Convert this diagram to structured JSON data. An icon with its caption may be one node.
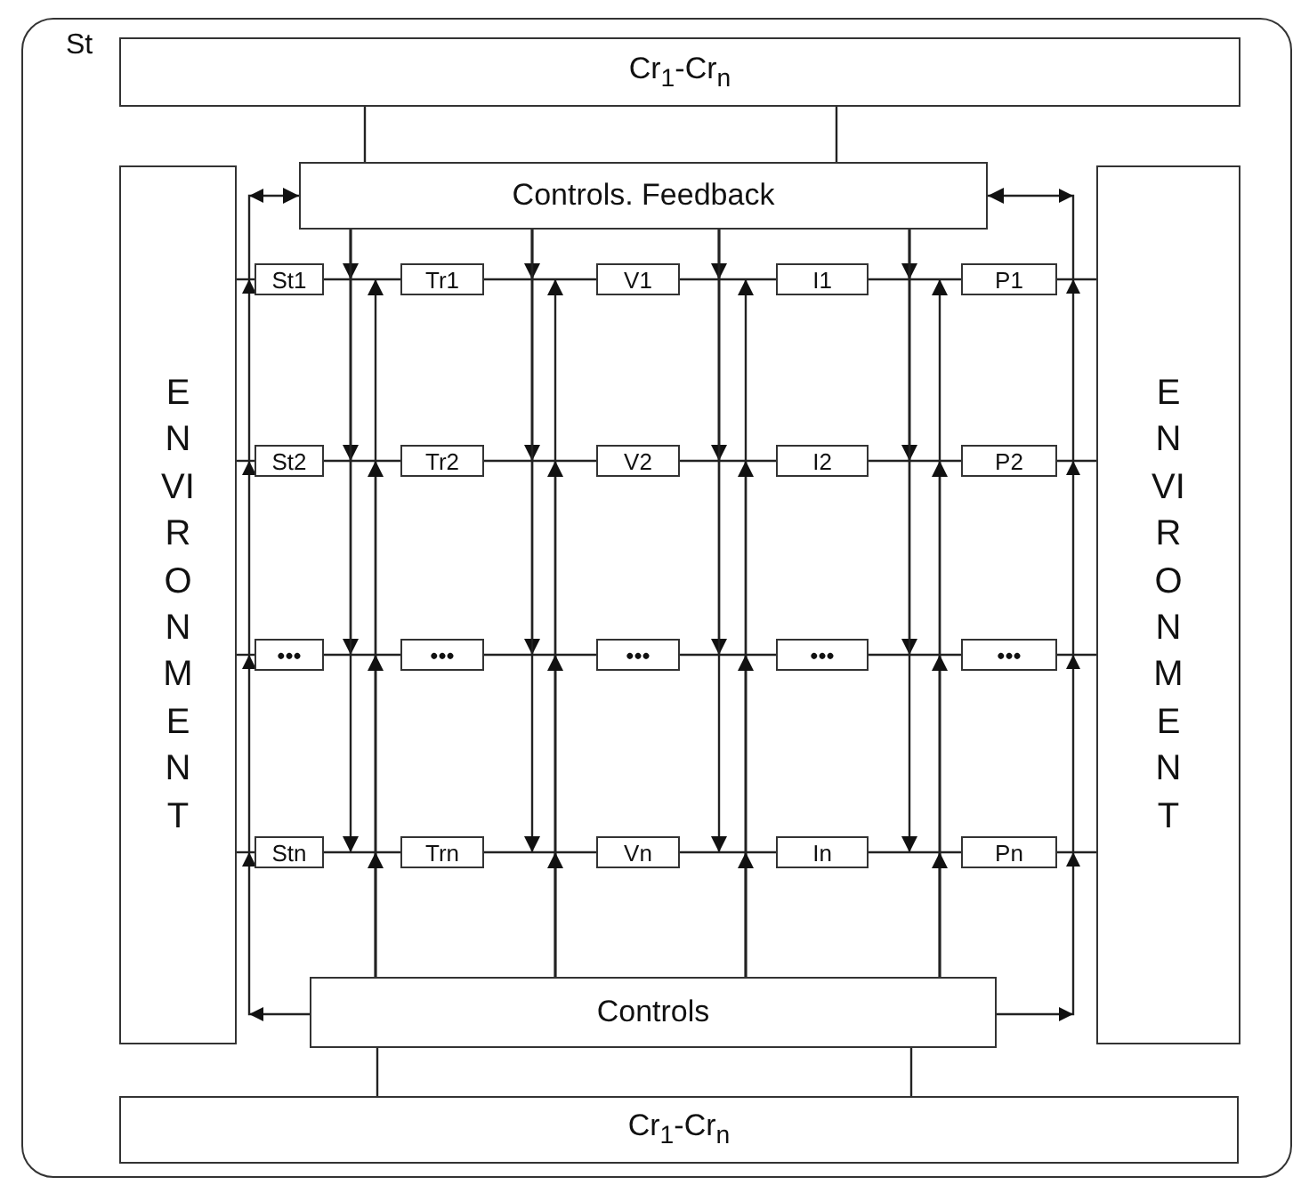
{
  "diagram": {
    "nodes": [
      {
        "text": [
          "St"
        ]
      },
      {
        "text": [
          "Cr$_{1}$-Cr$_{n}$"
        ],
        "in": 0
      },
      {
        "text": [
          "Controls. Feedback"
        ],
        "in": 0
      },
      {
        "text": [
          "ENVIRONMENT"
        ],
        "in": 0
      },
      {
        "text": [
          "ENVIRONMENT"
        ],
        "in": 0
      },
      {
        "text": [
          "St1"
        ],
        "in": 0
      },
      {
        "text": [
          "Tr1"
        ],
        "in": 0
      },
      {
        "text": [
          "V1"
        ],
        "in": 0
      },
      {
        "text": [
          "I1"
        ],
        "in": 0
      },
      {
        "text": [
          "P1"
        ],
        "in": 0
      },
      {
        "text": [
          "St2"
        ],
        "in": 0
      },
      {
        "text": [
          "Tr2"
        ],
        "in": 0
      },
      {
        "text": [
          "V2"
        ],
        "in": 0
      },
      {
        "text": [
          "I2"
        ],
        "in": 0
      },
      {
        "text": [
          "P2"
        ],
        "in": 0
      },
      {
        "text": [
          "•••"
        ],
        "in": 0
      },
      {
        "text": [
          "•••"
        ],
        "in": 0
      },
      {
        "text": [
          "•••"
        ],
        "in": 0
      },
      {
        "text": [
          "•••"
        ],
        "in": 0
      },
      {
        "text": [
          "•••"
        ],
        "in": 0
      },
      {
        "text": [
          "Stn"
        ],
        "in": 0
      },
      {
        "text": [
          "Trn"
        ],
        "in": 0
      },
      {
        "text": [
          "Vn"
        ],
        "in": 0
      },
      {
        "text": [
          "In"
        ],
        "in": 0
      },
      {
        "text": [
          "Pn"
        ],
        "in": 0
      },
      {
        "text": [
          "Controls"
        ],
        "in": 0
      },
      {
        "text": [
          "Cr$_{1}$-Cr$_{n}$"
        ],
        "in": 0
      }
    ],
    "edges": [
      {
        "from": 1,
        "to": 2,
        "arrow": "none"
      },
      {
        "from": 1,
        "to": 2,
        "arrow": "none"
      },
      {
        "from": 25,
        "to": 26,
        "arrow": "none"
      },
      {
        "from": 25,
        "to": 26,
        "arrow": "none"
      },
      {
        "from": 25,
        "to": 2,
        "arrow": "to"
      },
      {
        "from": 25,
        "to": 2,
        "arrow": "to"
      },
      {
        "from": 2,
        "to": 5,
        "arrow": "to"
      },
      {
        "from": 2,
        "to": 10,
        "arrow": "to"
      },
      {
        "from": 2,
        "to": 15,
        "arrow": "to"
      },
      {
        "from": 2,
        "to": 20,
        "arrow": "to"
      },
      {
        "from": 2,
        "to": 6,
        "arrow": "to"
      },
      {
        "from": 2,
        "to": 11,
        "arrow": "to"
      },
      {
        "from": 2,
        "to": 16,
        "arrow": "to"
      },
      {
        "from": 2,
        "to": 21,
        "arrow": "to"
      },
      {
        "from": 2,
        "to": 7,
        "arrow": "to"
      },
      {
        "from": 2,
        "to": 12,
        "arrow": "to"
      },
      {
        "from": 2,
        "to": 17,
        "arrow": "to"
      },
      {
        "from": 2,
        "to": 22,
        "arrow": "to"
      },
      {
        "from": 2,
        "to": 8,
        "arrow": "to"
      },
      {
        "from": 2,
        "to": 13,
        "arrow": "to"
      },
      {
        "from": 2,
        "to": 18,
        "arrow": "to"
      },
      {
        "from": 2,
        "to": 23,
        "arrow": "to"
      },
      {
        "from": 25,
        "to": 6,
        "arrow": "to"
      },
      {
        "from": 25,
        "to": 11,
        "arrow": "to"
      },
      {
        "from": 25,
        "to": 16,
        "arrow": "to"
      },
      {
        "from": 25,
        "to": 21,
        "arrow": "to"
      },
      {
        "from": 25,
        "to": 7,
        "arrow": "to"
      },
      {
        "from": 25,
        "to": 12,
        "arrow": "to"
      },
      {
        "from": 25,
        "to": 17,
        "arrow": "to"
      },
      {
        "from": 25,
        "to": 22,
        "arrow": "to"
      },
      {
        "from": 25,
        "to": 8,
        "arrow": "to"
      },
      {
        "from": 25,
        "to": 13,
        "arrow": "to"
      },
      {
        "from": 25,
        "to": 18,
        "arrow": "to"
      },
      {
        "from": 25,
        "to": 23,
        "arrow": "to"
      },
      {
        "from": 25,
        "to": 9,
        "arrow": "to"
      },
      {
        "from": 25,
        "to": 14,
        "arrow": "to"
      },
      {
        "from": 25,
        "to": 19,
        "arrow": "to"
      },
      {
        "from": 25,
        "to": 24,
        "arrow": "to"
      },
      {
        "from": 3,
        "to": 5,
        "arrow": "none"
      },
      {
        "from": 5,
        "to": 6,
        "arrow": "none"
      },
      {
        "from": 6,
        "to": 7,
        "arrow": "none"
      },
      {
        "from": 7,
        "to": 8,
        "arrow": "none"
      },
      {
        "from": 8,
        "to": 9,
        "arrow": "none"
      },
      {
        "from": 9,
        "to": 4,
        "arrow": "none"
      },
      {
        "from": 3,
        "to": 10,
        "arrow": "none"
      },
      {
        "from": 10,
        "to": 11,
        "arrow": "none"
      },
      {
        "from": 11,
        "to": 12,
        "arrow": "none"
      },
      {
        "from": 12,
        "to": 13,
        "arrow": "none"
      },
      {
        "from": 13,
        "to": 14,
        "arrow": "none"
      },
      {
        "from": 14,
        "to": 4,
        "arrow": "none"
      },
      {
        "from": 3,
        "to": 15,
        "arrow": "none"
      },
      {
        "from": 15,
        "to": 16,
        "arrow": "none"
      },
      {
        "from": 16,
        "to": 17,
        "arrow": "none"
      },
      {
        "from": 17,
        "to": 18,
        "arrow": "none"
      },
      {
        "from": 18,
        "to": 19,
        "arrow": "none"
      },
      {
        "from": 19,
        "to": 4,
        "arrow": "none"
      },
      {
        "from": 3,
        "to": 20,
        "arrow": "none"
      },
      {
        "from": 20,
        "to": 21,
        "arrow": "none"
      },
      {
        "from": 21,
        "to": 22,
        "arrow": "none"
      },
      {
        "from": 22,
        "to": 23,
        "arrow": "none"
      },
      {
        "from": 23,
        "to": 24,
        "arrow": "none"
      },
      {
        "from": 24,
        "to": 4,
        "arrow": "none"
      }
    ]
  }
}
